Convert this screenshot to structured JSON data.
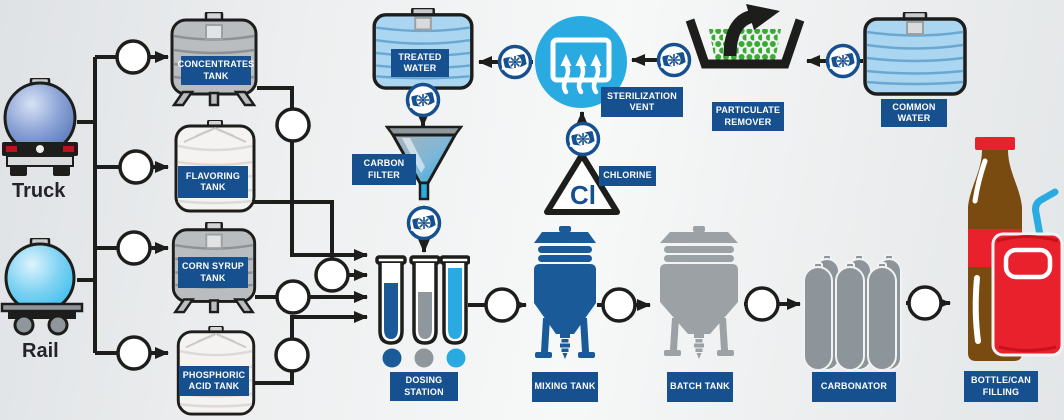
{
  "sources": {
    "truck_label": "Truck",
    "rail_label": "Rail"
  },
  "ingredient_tanks": [
    {
      "label": "CONCENTRATES TANK"
    },
    {
      "label": "FLAVORING TANK"
    },
    {
      "label": "CORN SYRUP TANK"
    },
    {
      "label": "PHOSPHORIC ACID TANK"
    }
  ],
  "water_treatment": {
    "common_water": "COMMON WATER",
    "particulate_remover": "PARTICULATE REMOVER",
    "sterilization_vent": "STERILIZATION VENT",
    "treated_water": "TREATED WATER",
    "carbon_filter": "CARBON FILTER",
    "chlorine": "CHLORINE",
    "chlorine_symbol": "Cl"
  },
  "production_line": {
    "dosing_station": "DOSING STATION",
    "mixing_tank": "MIXING TANK",
    "batch_tank": "BATCH TANK",
    "carbonator": "CARBONATOR",
    "bottle_can_filling": "BOTTLE/CAN FILLING"
  },
  "colors": {
    "label_bg": "#17508f",
    "accent_blue": "#29abe2",
    "dark_blue": "#1b5a98",
    "gray": "#8f979c",
    "green_dots": "#3aaa35",
    "red": "#e8212d",
    "brown": "#7a4b10",
    "line_black": "#1d1d1b"
  }
}
